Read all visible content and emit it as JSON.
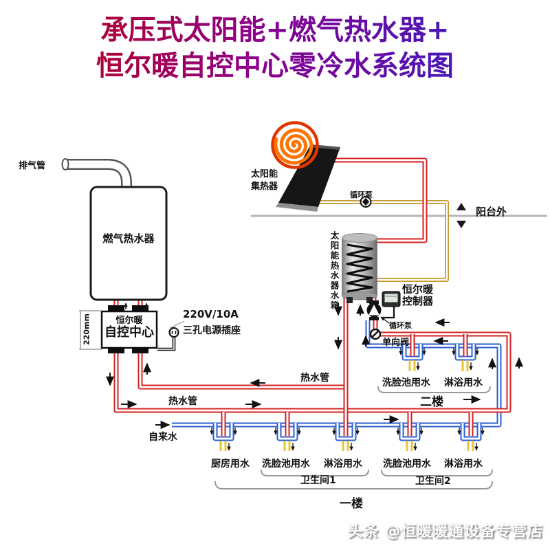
{
  "title": {
    "line1": "承压式太阳能+燃气热水器+",
    "line2": "恒尔暖自控中心零冷水系统图"
  },
  "colors": {
    "hot_pipe": "#d42222",
    "cold_pipe": "#2b5fd0",
    "solar_loop_pipe": "#c8962d",
    "tap_outlet": "#e7c33b",
    "balcony_line": "#b5b5b5",
    "title_gradient": [
      "#c40000",
      "#8a0090",
      "#2424cc"
    ]
  },
  "labels": {
    "exhaust_pipe": "排气管",
    "gas_heater": "燃气热水器",
    "control_center_brand": "恒尔暖",
    "control_center_name": "自控中心",
    "control_height": "220mm",
    "power_rating": "220V/10A",
    "power_socket": "三孔电源插座",
    "collector_line1": "太阳能",
    "collector_line2": "集热器",
    "pump_roof": "循环泵",
    "balcony": "阳台外",
    "tank_vertical": "太阳能热水器水箱",
    "controller_brand": "恒尔暖",
    "controller_name": "控制器",
    "pump_indoor": "循环泵",
    "check_valve": "单向阀",
    "hot_pipe_upper": "热水管",
    "hot_pipe_lower": "热水管",
    "tap_water": "自来水",
    "floor2": "二楼",
    "floor1": "一楼",
    "f2_basin": "洗脸池用水",
    "f2_shower": "淋浴用水",
    "kitchen": "厨房用水",
    "f1_basin1": "洗脸池用水",
    "f1_shower1": "淋浴用水",
    "f1_basin2": "洗脸池用水",
    "f1_shower2": "淋浴用水",
    "bathroom1": "卫生间1",
    "bathroom2": "卫生间2"
  },
  "watermark": "头条 @恒暖暖通设备专营店"
}
